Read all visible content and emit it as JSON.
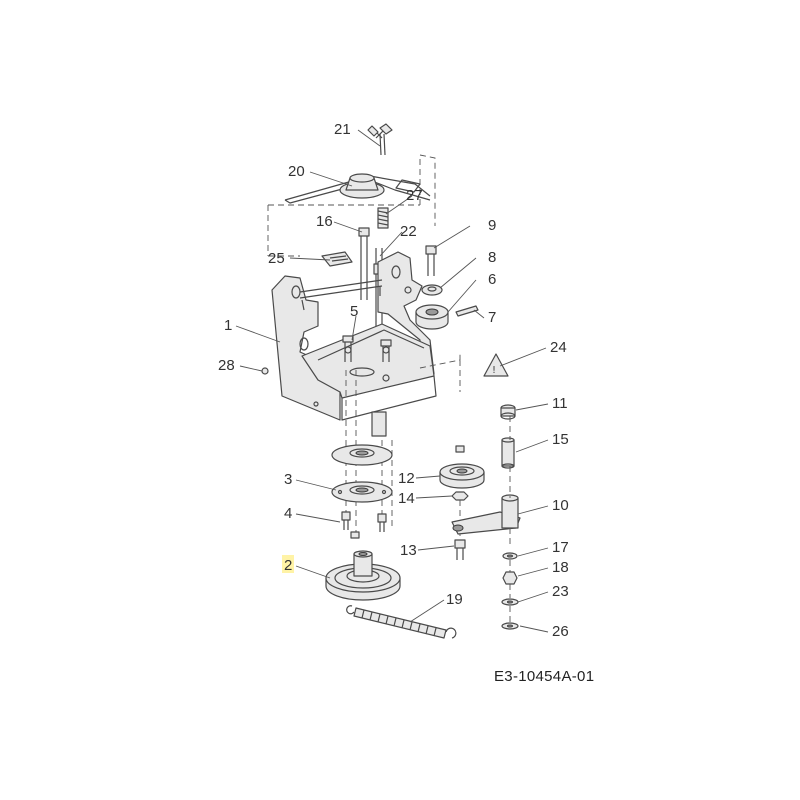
{
  "figure_reference": "E3-10454A-01",
  "callouts": [
    "21",
    "20",
    "27",
    "16",
    "22",
    "9",
    "25",
    "8",
    "6",
    "7",
    "1",
    "5",
    "24",
    "28",
    "11",
    "15",
    "3",
    "12",
    "14",
    "10",
    "4",
    "13",
    "17",
    "2",
    "18",
    "23",
    "19",
    "26"
  ],
  "highlighted_callout": "2",
  "colors": {
    "highlight": "#fff3a6",
    "line": "#4a4a4a",
    "fill": "#e8e8e8"
  }
}
